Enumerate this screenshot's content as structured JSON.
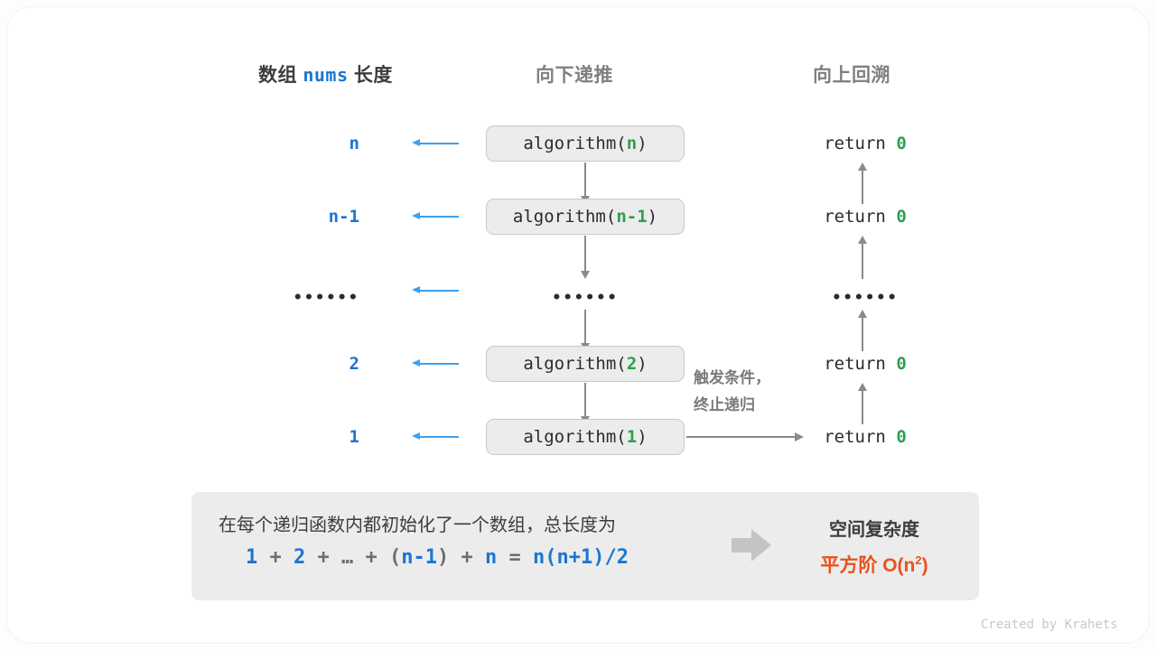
{
  "headers": {
    "left_prefix": "数组",
    "left_code": "nums",
    "left_suffix": "长度",
    "middle": "向下递推",
    "right": "向上回溯"
  },
  "rows": [
    {
      "length": "n",
      "call_name": "algorithm",
      "call_arg": "n",
      "ret_text": "return",
      "ret_value": "0",
      "is_ellipsis": false
    },
    {
      "length": "n-1",
      "call_name": "algorithm",
      "call_arg": "n-1",
      "ret_text": "return",
      "ret_value": "0",
      "is_ellipsis": false
    },
    {
      "length": "••••••",
      "call_name": "••••••",
      "call_arg": "",
      "ret_text": "••••••",
      "ret_value": "",
      "is_ellipsis": true
    },
    {
      "length": "2",
      "call_name": "algorithm",
      "call_arg": "2",
      "ret_text": "return",
      "ret_value": "0",
      "is_ellipsis": false
    },
    {
      "length": "1",
      "call_name": "algorithm",
      "call_arg": "1",
      "ret_text": "return",
      "ret_value": "0",
      "is_ellipsis": false
    }
  ],
  "trigger_note": {
    "line1": "触发条件，",
    "line2": "终止递归"
  },
  "panel": {
    "description": "在每个递归函数内都初始化了一个数组，总长度为",
    "formula": {
      "t1": "1",
      "o1": "+",
      "t2": "2",
      "o2": "+",
      "t3": "…",
      "o3": "+",
      "p_open": "(",
      "t4": "n-1",
      "p_close": ")",
      "o4": "+",
      "t5": "n",
      "eq": "=",
      "t6": "n(n+1)/2"
    },
    "complexity_title": "空间复杂度",
    "complexity_prefix": "平方阶",
    "complexity_big_o": "O(n",
    "complexity_exp": "2",
    "complexity_tail": ")"
  },
  "credit": "Created by Krahets",
  "colors": {
    "blue": "#1a76d2",
    "blue_arrow": "#3ea0ee",
    "green": "#2e9e4f",
    "gray_arrow": "#8a8a8a",
    "orange": "#e8521f",
    "panel_bg": "#ececec"
  }
}
